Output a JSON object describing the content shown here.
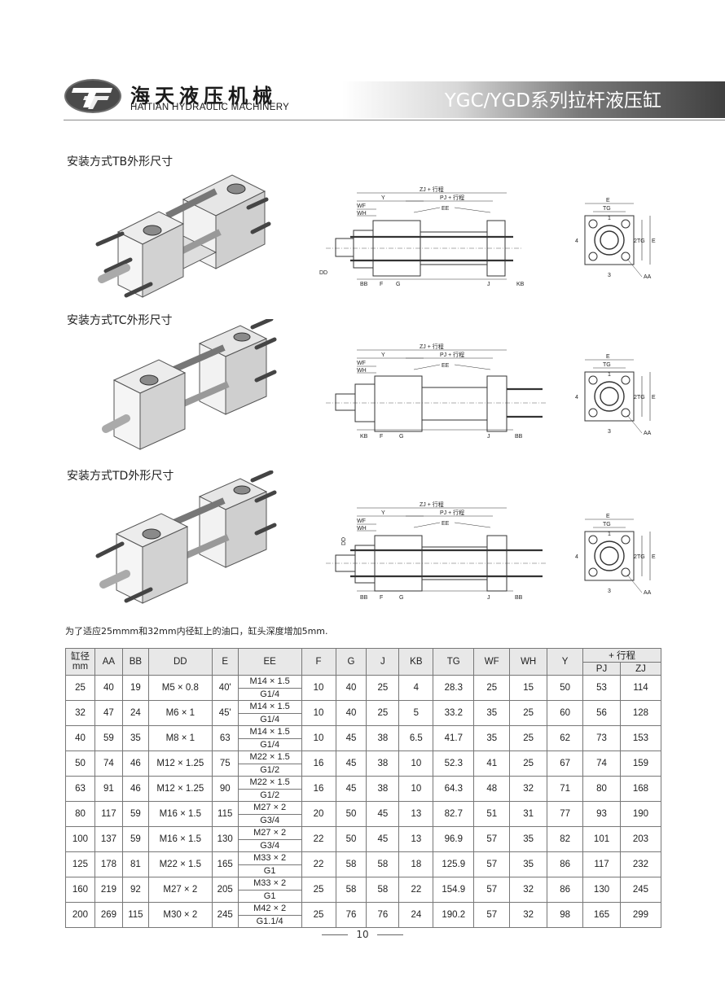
{
  "header": {
    "brand_cn": "海天液压机械",
    "brand_en": "HAITIAN HYDRAULIC MACHINERY",
    "series_title": "YGC/YGD系列拉杆液压缸"
  },
  "sections": [
    {
      "label": "安装方式TB外形尺寸"
    },
    {
      "label": "安装方式TC外形尺寸"
    },
    {
      "label": "安装方式TD外形尺寸"
    }
  ],
  "drawing_labels": {
    "zj": "ZJ + 行程",
    "pj": "PJ + 行程",
    "y": "Y",
    "wf": "WF",
    "wh": "WH",
    "ee": "EE",
    "dd": "DD",
    "bb": "BB",
    "f": "F",
    "g": "G",
    "j": "J",
    "kb": "KB",
    "e": "E",
    "tg": "TG",
    "aa": "AA",
    "n1": "1",
    "n2": "2",
    "n3": "3",
    "n4": "4"
  },
  "note": "为了适应25mmm和32mm内径缸上的油口，缸头深度增加5mm.",
  "table": {
    "bore_header": "缸径",
    "bore_unit": "mm",
    "headers": [
      "AA",
      "BB",
      "DD",
      "E",
      "EE",
      "F",
      "G",
      "J",
      "KB",
      "TG",
      "WF",
      "WH",
      "Y"
    ],
    "stroke_header": "+ 行程",
    "stroke_subheaders": [
      "PJ",
      "ZJ"
    ],
    "rows": [
      {
        "bore": "25",
        "aa": "40",
        "bb": "19",
        "dd": "M5 × 0.8",
        "e": "40'",
        "ee1": "M14 × 1.5",
        "ee2": "G1/4",
        "f": "10",
        "g": "40",
        "j": "25",
        "kb": "4",
        "tg": "28.3",
        "wf": "25",
        "wh": "15",
        "y": "50",
        "pj": "53",
        "zj": "114"
      },
      {
        "bore": "32",
        "aa": "47",
        "bb": "24",
        "dd": "M6 × 1",
        "e": "45'",
        "ee1": "M14 × 1.5",
        "ee2": "G1/4",
        "f": "10",
        "g": "40",
        "j": "25",
        "kb": "5",
        "tg": "33.2",
        "wf": "35",
        "wh": "25",
        "y": "60",
        "pj": "56",
        "zj": "128"
      },
      {
        "bore": "40",
        "aa": "59",
        "bb": "35",
        "dd": "M8 × 1",
        "e": "63",
        "ee1": "M14 × 1.5",
        "ee2": "G1/4",
        "f": "10",
        "g": "45",
        "j": "38",
        "kb": "6.5",
        "tg": "41.7",
        "wf": "35",
        "wh": "25",
        "y": "62",
        "pj": "73",
        "zj": "153"
      },
      {
        "bore": "50",
        "aa": "74",
        "bb": "46",
        "dd": "M12 × 1.25",
        "e": "75",
        "ee1": "M22 × 1.5",
        "ee2": "G1/2",
        "f": "16",
        "g": "45",
        "j": "38",
        "kb": "10",
        "tg": "52.3",
        "wf": "41",
        "wh": "25",
        "y": "67",
        "pj": "74",
        "zj": "159"
      },
      {
        "bore": "63",
        "aa": "91",
        "bb": "46",
        "dd": "M12 × 1.25",
        "e": "90",
        "ee1": "M22 × 1.5",
        "ee2": "G1/2",
        "f": "16",
        "g": "45",
        "j": "38",
        "kb": "10",
        "tg": "64.3",
        "wf": "48",
        "wh": "32",
        "y": "71",
        "pj": "80",
        "zj": "168"
      },
      {
        "bore": "80",
        "aa": "117",
        "bb": "59",
        "dd": "M16 × 1.5",
        "e": "115",
        "ee1": "M27 × 2",
        "ee2": "G3/4",
        "f": "20",
        "g": "50",
        "j": "45",
        "kb": "13",
        "tg": "82.7",
        "wf": "51",
        "wh": "31",
        "y": "77",
        "pj": "93",
        "zj": "190"
      },
      {
        "bore": "100",
        "aa": "137",
        "bb": "59",
        "dd": "M16 × 1.5",
        "e": "130",
        "ee1": "M27 × 2",
        "ee2": "G3/4",
        "f": "22",
        "g": "50",
        "j": "45",
        "kb": "13",
        "tg": "96.9",
        "wf": "57",
        "wh": "35",
        "y": "82",
        "pj": "101",
        "zj": "203"
      },
      {
        "bore": "125",
        "aa": "178",
        "bb": "81",
        "dd": "M22 × 1.5",
        "e": "165",
        "ee1": "M33 × 2",
        "ee2": "G1",
        "f": "22",
        "g": "58",
        "j": "58",
        "kb": "18",
        "tg": "125.9",
        "wf": "57",
        "wh": "35",
        "y": "86",
        "pj": "117",
        "zj": "232"
      },
      {
        "bore": "160",
        "aa": "219",
        "bb": "92",
        "dd": "M27 × 2",
        "e": "205",
        "ee1": "M33 × 2",
        "ee2": "G1",
        "f": "25",
        "g": "58",
        "j": "58",
        "kb": "22",
        "tg": "154.9",
        "wf": "57",
        "wh": "32",
        "y": "86",
        "pj": "130",
        "zj": "245"
      },
      {
        "bore": "200",
        "aa": "269",
        "bb": "115",
        "dd": "M30 × 2",
        "e": "245",
        "ee1": "M42 × 2",
        "ee2": "G1.1/4",
        "f": "25",
        "g": "76",
        "j": "76",
        "kb": "24",
        "tg": "190.2",
        "wf": "57",
        "wh": "32",
        "y": "98",
        "pj": "165",
        "zj": "299"
      }
    ]
  },
  "footer": {
    "page_number": "10"
  }
}
